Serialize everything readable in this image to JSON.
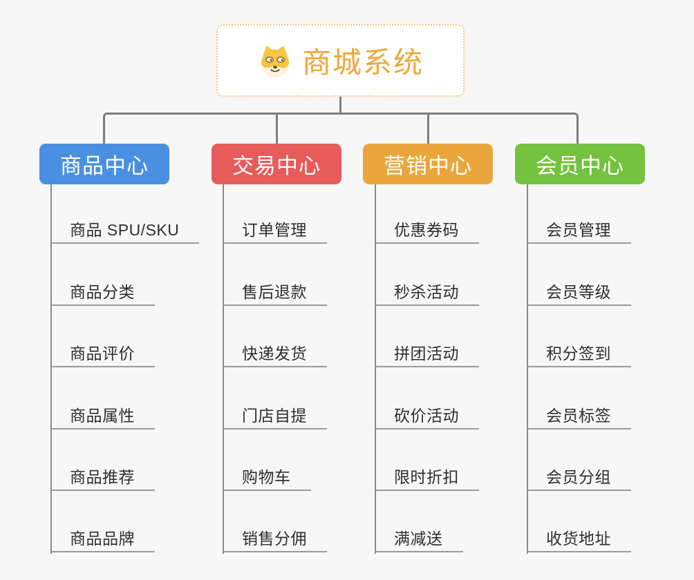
{
  "root": {
    "title": "商城系统",
    "icon": "dog-face",
    "accent_color": "#f0a73b",
    "border_color": "#f2c883"
  },
  "connector_color": "#7e7e7e",
  "branches": [
    {
      "label": "商品中心",
      "color": "#4a90e2",
      "items": [
        "商品 SPU/SKU",
        "商品分类",
        "商品评价",
        "商品属性",
        "商品推荐",
        "商品品牌"
      ]
    },
    {
      "label": "交易中心",
      "color": "#e85b5b",
      "items": [
        "订单管理",
        "售后退款",
        "快递发货",
        "门店自提",
        "购物车",
        "销售分佣"
      ]
    },
    {
      "label": "营销中心",
      "color": "#eaa63c",
      "items": [
        "优惠券码",
        "秒杀活动",
        "拼团活动",
        "砍价活动",
        "限时折扣",
        "满减送"
      ]
    },
    {
      "label": "会员中心",
      "color": "#74c23e",
      "items": [
        "会员管理",
        "会员等级",
        "积分签到",
        "会员标签",
        "会员分组",
        "收货地址"
      ]
    }
  ]
}
